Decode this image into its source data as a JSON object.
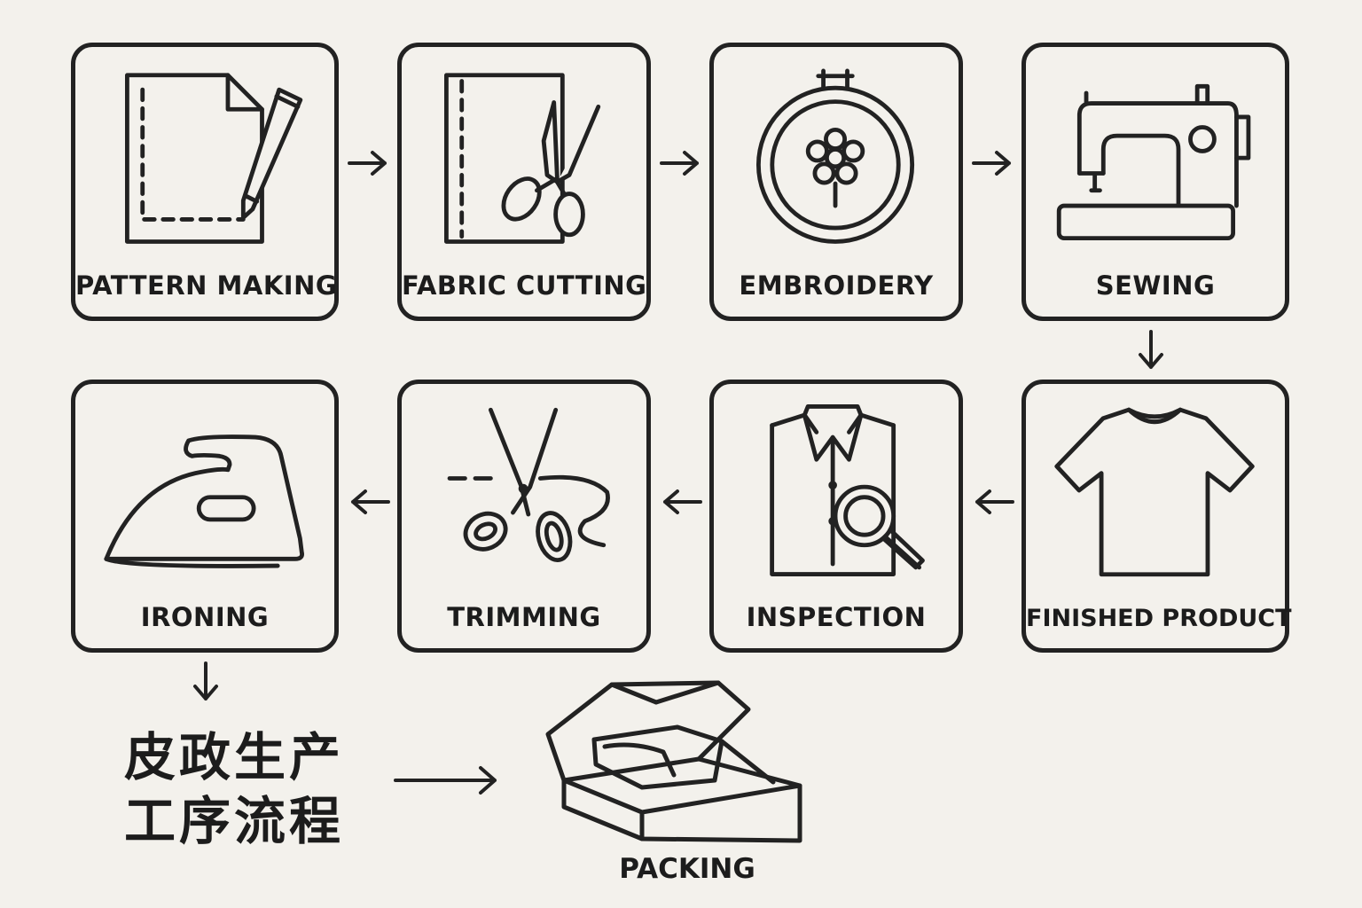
{
  "title_line1": "皮政生产",
  "title_line2": "工序流程",
  "colors": {
    "stroke": "#222222",
    "background": "#f3f1ec"
  },
  "steps": [
    {
      "label": "PATTERN MAKING",
      "icon": "pattern-paper-pencil-icon"
    },
    {
      "label": "FABRIC CUTTING",
      "icon": "fabric-scissors-icon"
    },
    {
      "label": "EMBROIDERY",
      "icon": "embroidery-hoop-flower-icon"
    },
    {
      "label": "SEWING",
      "icon": "sewing-machine-icon"
    },
    {
      "label": "FINISHED PRODUCT",
      "icon": "t-shirt-icon"
    },
    {
      "label": "INSPECTION",
      "icon": "shirt-magnifier-icon"
    },
    {
      "label": "TRIMMING",
      "icon": "scissors-thread-icon"
    },
    {
      "label": "IRONING",
      "icon": "iron-icon"
    },
    {
      "label": "PACKING",
      "icon": "open-box-icon"
    }
  ]
}
